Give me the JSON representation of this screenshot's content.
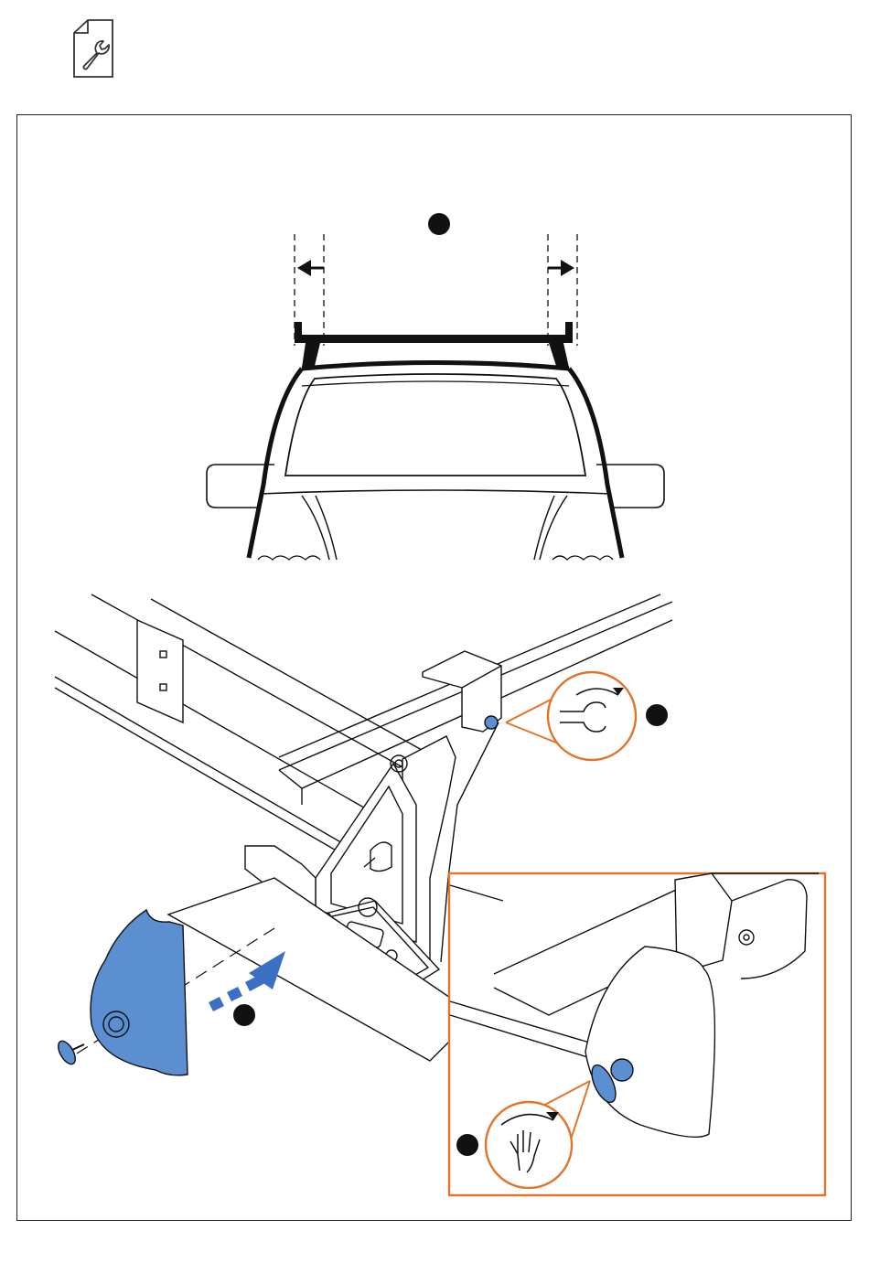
{
  "icons": {
    "header": "document-wrench-icon",
    "torque": "wrench-icon",
    "hand_tighten": "hand-rotate-icon"
  },
  "colors": {
    "accent_blue": "#5b8fd2",
    "callout_orange": "#e2732a",
    "line": "#111111"
  },
  "steps": [
    {
      "marker": "step-marker-1"
    },
    {
      "marker": "step-marker-2"
    },
    {
      "marker": "step-marker-3"
    },
    {
      "marker": "step-marker-4"
    }
  ]
}
